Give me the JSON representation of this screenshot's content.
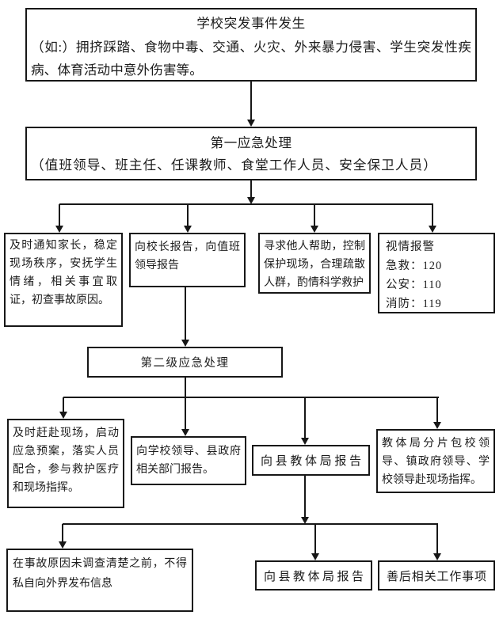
{
  "diagram": {
    "title_implicit": "学校突发事件应急处理流程",
    "colors": {
      "line": "#171717",
      "background": "#ffffff",
      "text": "#1c1c1c"
    },
    "nodes": {
      "incident": {
        "title": "学校突发事件发生",
        "lines": [
          "（如:）拥挤踩踏、食物中毒、交通、火灾、外来暴力侵害、学生突发性疾",
          "病、体育活动中意外伤害等。"
        ]
      },
      "first_response": {
        "title": "第一应急处理",
        "body": "（值班领导、班主任、任课教师、食堂工作人员、安全保卫人员）"
      },
      "notify_parents": {
        "body": "及时通知家长，稳定现场秩序，安抚学生情绪，相关事宜取证，初查事故原因。"
      },
      "report_principal": {
        "body": "向校长报告，向值班领导报告"
      },
      "seek_help": {
        "body": "寻求他人帮助，控制保护现场，合理疏散人群，酌情科学救护"
      },
      "alarm": {
        "title": "视情报警",
        "lines": [
          "急救：120",
          "公安：110",
          "消防：119"
        ]
      },
      "second_level": {
        "title": "第二级应急处理"
      },
      "rush_scene": {
        "body": "及时赶赴现场，启动应急预案，落实人员配合，参与救护医疗和现场指挥。"
      },
      "report_gov": {
        "body": "向学校领导、县政府相关部门报告。"
      },
      "report_bureau": {
        "body": "向县教体局报告"
      },
      "bureau_leaders": {
        "body": "教体局分片包校领导、镇政府领导、学校领导赴现场指挥。"
      },
      "no_release": {
        "body": "在事故原因未调查清楚之前，不得私自向外界发布信息"
      },
      "report_bureau_2": {
        "body": "向县教体局报告"
      },
      "aftermath": {
        "body": "善后相关工作事项"
      }
    }
  }
}
